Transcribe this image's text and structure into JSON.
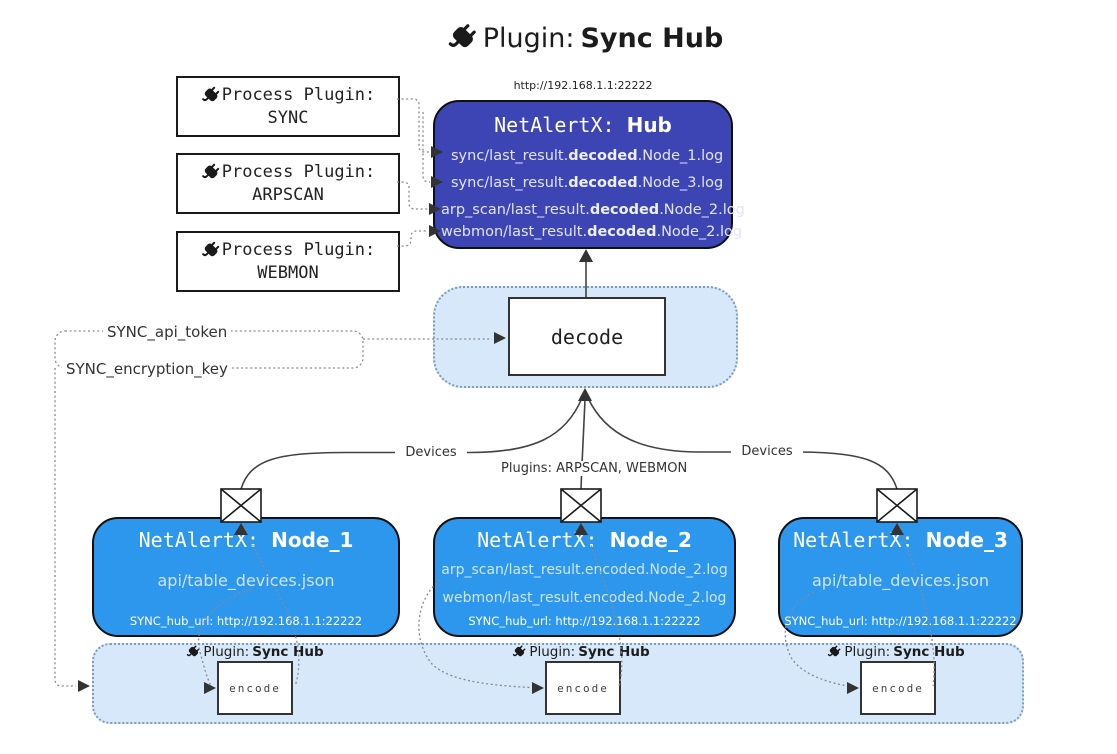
{
  "title": {
    "icon": "plug-icon",
    "prefix": "Plugin:",
    "name": "Sync Hub"
  },
  "process_plugins": [
    {
      "label": "Process Plugin:",
      "name": "SYNC"
    },
    {
      "label": "Process Plugin:",
      "name": "ARPSCAN"
    },
    {
      "label": "Process Plugin:",
      "name": "WEBMON"
    }
  ],
  "hub": {
    "url": "http://192.168.1.1:22222",
    "title_prefix": "NetAlertX:",
    "title_name": "Hub",
    "logs": [
      {
        "pre": "sync/last_result.",
        "bold": "decoded",
        "post": ".Node_1.log"
      },
      {
        "pre": "sync/last_result.",
        "bold": "decoded",
        "post": ".Node_3.log"
      },
      {
        "pre": "arp_scan/last_result.",
        "bold": "decoded",
        "post": ".Node_2.log"
      },
      {
        "pre": "webmon/last_result.",
        "bold": "decoded",
        "post": ".Node_2.log"
      }
    ]
  },
  "decode": {
    "label": "decode"
  },
  "secrets": {
    "api_token": "SYNC_api_token",
    "encryption_key": "SYNC_encryption_key"
  },
  "edges": {
    "devices_left": "Devices",
    "devices_right": "Devices",
    "plugins_center": "Plugins: ARPSCAN, WEBMON"
  },
  "nodes": [
    {
      "title_prefix": "NetAlertX:",
      "title_name": "Node_1",
      "files": [
        "api/table_devices.json"
      ],
      "hub_url": "SYNC_hub_url: http://192.168.1.1:22222"
    },
    {
      "title_prefix": "NetAlertX:",
      "title_name": "Node_2",
      "files": [
        "arp_scan/last_result.encoded.Node_2.log",
        "webmon/last_result.encoded.Node_2.log"
      ],
      "hub_url": "SYNC_hub_url: http://192.168.1.1:22222"
    },
    {
      "title_prefix": "NetAlertX:",
      "title_name": "Node_3",
      "files": [
        "api/table_devices.json"
      ],
      "hub_url": "SYNC_hub_url: http://192.168.1.1:22222"
    }
  ],
  "sync_band": {
    "labels": [
      {
        "prefix": "Plugin:",
        "name": "Sync Hub"
      },
      {
        "prefix": "Plugin:",
        "name": "Sync Hub"
      },
      {
        "prefix": "Plugin:",
        "name": "Sync Hub"
      }
    ],
    "encode_label": "encode"
  },
  "colors": {
    "hub_bg": "#3D45B5",
    "node_bg": "#2D96ED",
    "panel_bg": "#D6E8F9",
    "hub_log_text": "#E2E4F4",
    "node_file_text": "#CDE6FB"
  }
}
